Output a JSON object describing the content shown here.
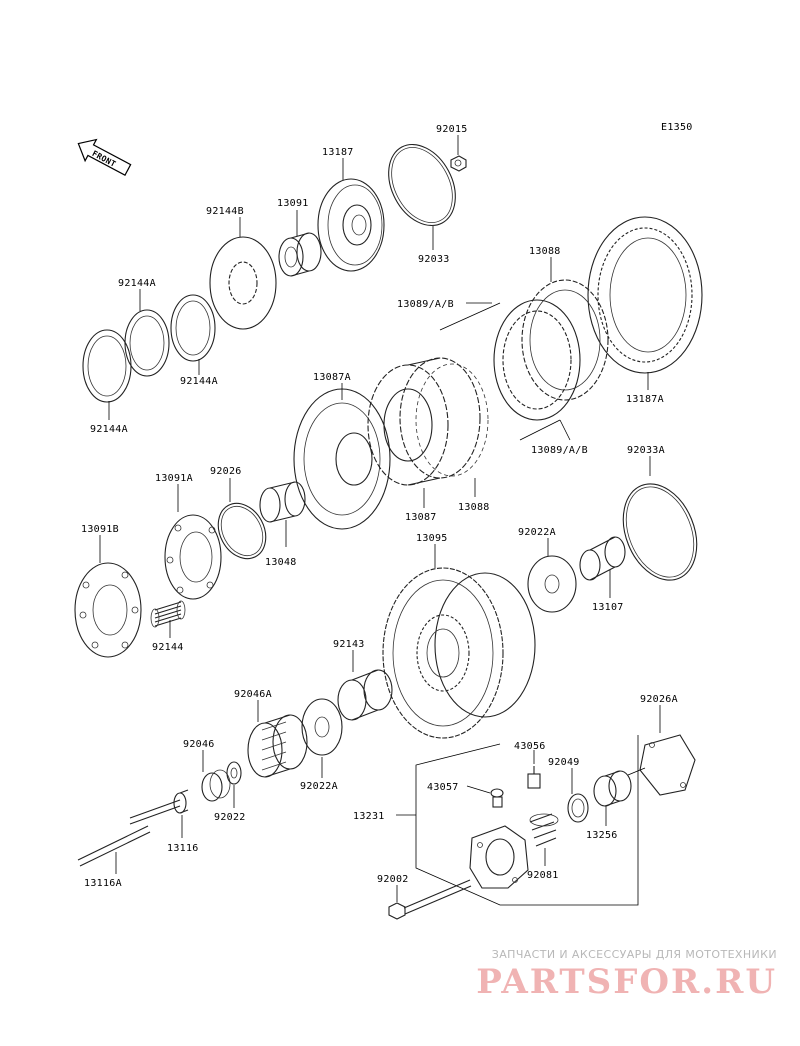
{
  "diagram": {
    "code": "E1350",
    "front_label": "FRONT",
    "part_numbers": {
      "p92015": "92015",
      "p13187": "13187",
      "p92144B": "92144B",
      "p13091": "13091",
      "p92033": "92033",
      "p92144A_a": "92144A",
      "p92144A_b": "92144A",
      "p92144A_c": "92144A",
      "p13088_top": "13088",
      "p13089_top": "13089/A/B",
      "p13187A": "13187A",
      "p13087A": "13087A",
      "p13089_bot": "13089/A/B",
      "p92033A": "92033A",
      "p13091A": "13091A",
      "p92026": "92026",
      "p13087": "13087",
      "p13088_bot": "13088",
      "p13091B": "13091B",
      "p13048": "13048",
      "p13095": "13095",
      "p92022A_top": "92022A",
      "p13107": "13107",
      "p92144": "92144",
      "p92143": "92143",
      "p92046A": "92046A",
      "p92026A": "92026A",
      "p92046": "92046",
      "p43056": "43056",
      "p92049": "92049",
      "p43057": "43057",
      "p92022": "92022",
      "p92022A_bot": "92022A",
      "p13231": "13231",
      "p13256": "13256",
      "p13116": "13116",
      "p92081": "92081",
      "p92002": "92002",
      "p13116A": "13116A"
    }
  },
  "watermark": {
    "tagline": "ЗАПЧАСТИ И АКСЕССУАРЫ ДЛЯ МОТОТЕХНИКИ",
    "logo": "PARTSFOR.RU"
  },
  "colors": {
    "line": "#222222",
    "watermark_logo": "#f0b3b3",
    "watermark_text": "#b8b8b8"
  }
}
